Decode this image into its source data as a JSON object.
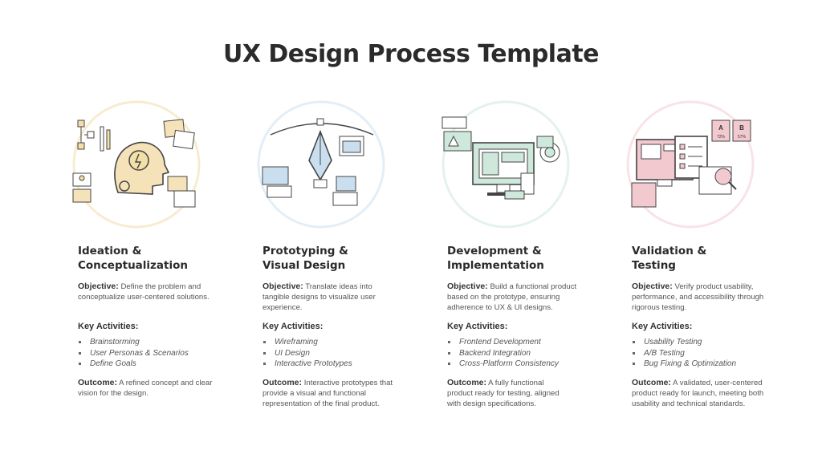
{
  "title": "UX Design Process Template",
  "labels": {
    "objective": "Objective:",
    "key_activities": "Key Activities:",
    "outcome": "Outcome:"
  },
  "colors": {
    "stage1_accent": "#f3dfa8",
    "stage2_accent": "#c9dff0",
    "stage3_accent": "#cfe8dc",
    "stage4_accent": "#f2c9cf"
  },
  "stages": [
    {
      "heading": "Ideation &\nConceptualization",
      "objective": "Define the problem and conceptualize user-centered solutions.",
      "activities": [
        "Brainstorming",
        "User Personas & Scenarios",
        "Define Goals"
      ],
      "outcome": "A refined concept and clear vision for the design.",
      "icon": "head-lightbulb-icon"
    },
    {
      "heading": "Prototyping &\nVisual Design",
      "objective": "Translate ideas into tangible designs to visualize user experience.",
      "activities": [
        "Wireframing",
        "UI Design",
        "Interactive Prototypes"
      ],
      "outcome": "Interactive prototypes that provide a visual and functional representation of the final product.",
      "icon": "pen-tool-icon"
    },
    {
      "heading": "Development &\nImplementation",
      "objective": "Build a functional product based on the prototype, ensuring adherence to UX & UI designs.",
      "activities": [
        "Frontend Development",
        "Backend Integration",
        "Cross-Platform Consistency"
      ],
      "outcome": "A fully functional product ready for testing, aligned with design specifications.",
      "icon": "monitor-code-icon"
    },
    {
      "heading": "Validation &\nTesting",
      "objective": "Verify product usability, performance, and accessibility through rigorous testing.",
      "activities": [
        "Usability Testing",
        "A/B Testing",
        "Bug Fixing & Optimization"
      ],
      "outcome": "A validated, user-centered product ready for launch, meeting both usability and technical standards.",
      "icon": "checklist-testing-icon",
      "ab_labels": [
        "A",
        "B"
      ],
      "ab_values": [
        "72%",
        "57%"
      ]
    }
  ]
}
